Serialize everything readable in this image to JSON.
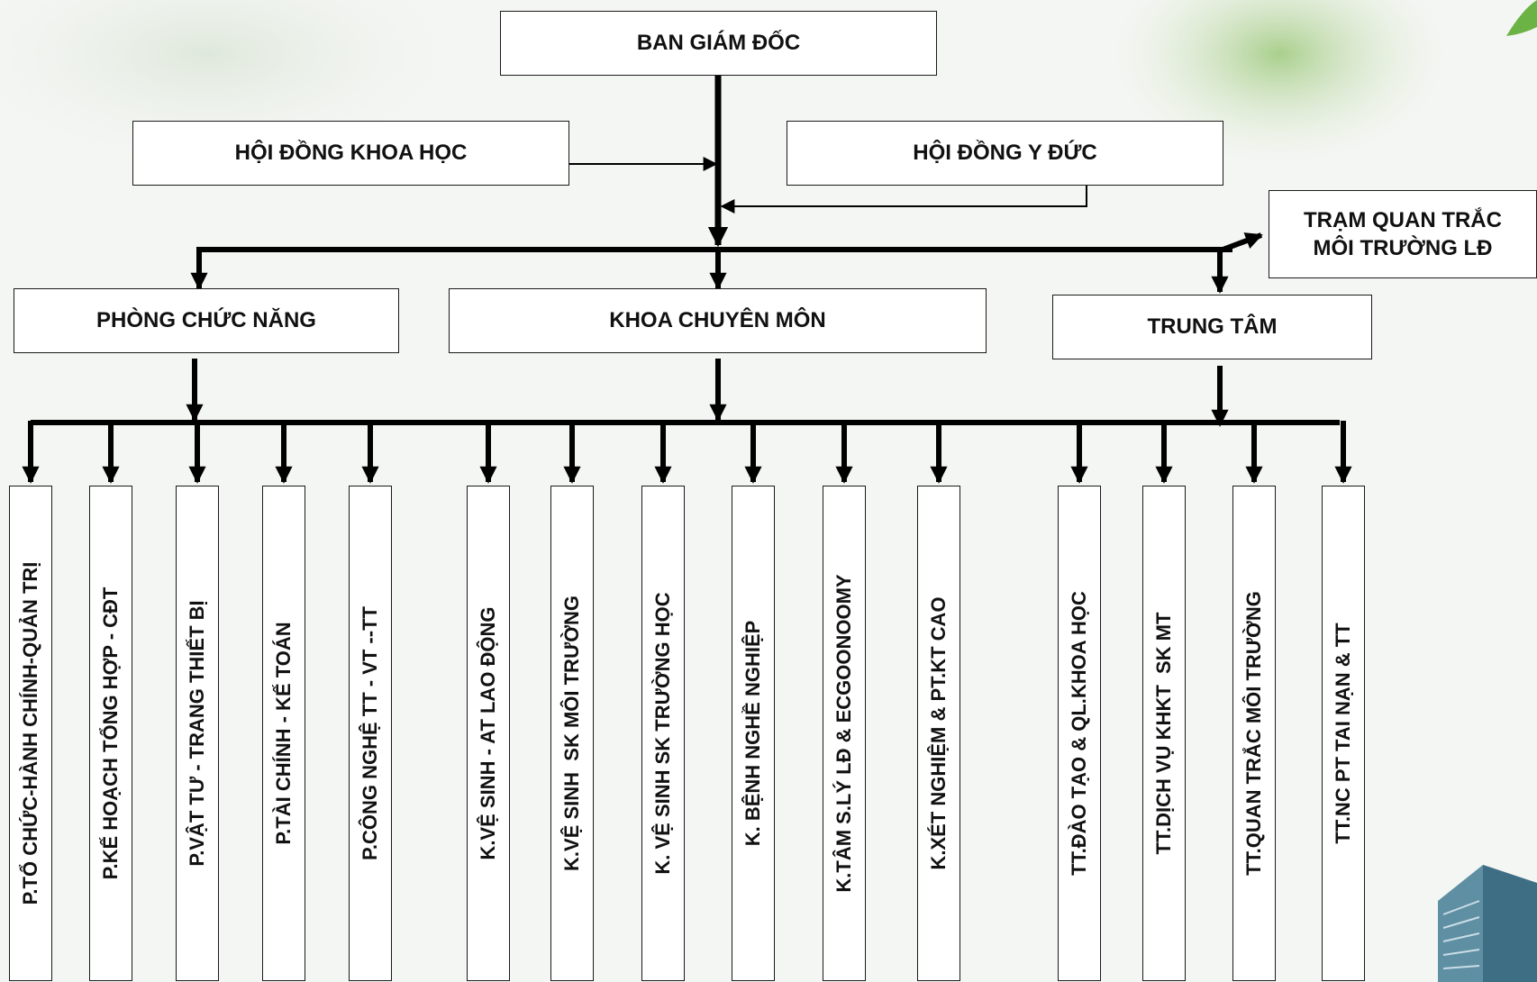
{
  "top": {
    "director": "BAN GIÁM ĐỐC",
    "science_council": "HỘI ĐỒNG KHOA HỌC",
    "ethics_council": "HỘI ĐỒNG Y ĐỨC",
    "monitoring_station_line1": "TRẠM QUAN TRẮC",
    "monitoring_station_line2": "MÔI TRƯỜNG LĐ"
  },
  "groups": {
    "functional_rooms": "PHÒNG CHỨC NĂNG",
    "specialty_depts": "KHOA CHUYÊN MÔN",
    "centers": "TRUNG TÂM"
  },
  "units": [
    "P.TỔ CHỨC-HÀNH CHÍNH-QUẢN TRỊ",
    "P.KẾ HOẠCH TỔNG HỢP - CĐT",
    "P.VẬT TƯ - TRANG THIẾT BỊ",
    "P.TÀI CHÍNH - KẾ TOÁN",
    "P.CÔNG NGHỆ TT - VT --TT",
    "K.VỆ SINH - AT LAO ĐỘNG",
    "K.VỆ SINH  SK MÔI TRƯỜNG",
    "K. VỆ SINH SK TRƯỜNG HỌC",
    "K. BỆNH NGHỀ NGHIỆP",
    "K.TÂM S.LÝ LĐ & ECGOONOOMY",
    "K.XÉT NGHIỆM & PT.KT CAO",
    "TT.ĐÀO TẠO & QL.KHOA HỌC",
    "TT.DỊCH VỤ KHKT  SK MT",
    "TT.QUAN TRẮC MÔI TRƯỜNG",
    "TT.NC PT TAI NẠN & TT"
  ],
  "colors": {
    "line": "#000000",
    "box_border": "#1a1a1a",
    "box_fill": "#ffffff",
    "leaf_accent": "#7cc24a"
  }
}
